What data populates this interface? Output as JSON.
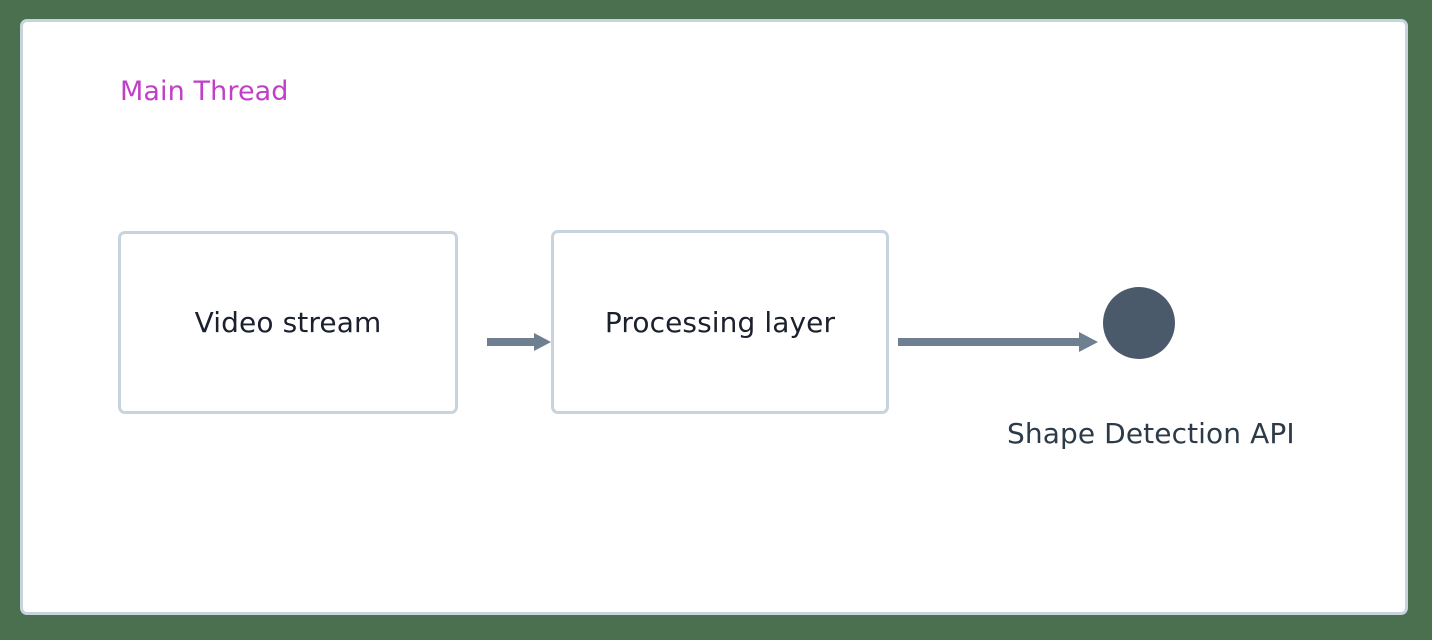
{
  "canvas": {
    "background_color": "#4b7050",
    "surface_color": "#ffffff",
    "border_color": "#c7d3dd"
  },
  "cluster": {
    "label": "Main Thread",
    "color": "#c13fc8"
  },
  "nodes": [
    {
      "id": "video-stream",
      "label": "Video stream",
      "shape": "rounded-rectangle",
      "fill": "#ffffff",
      "stroke": "#c7d3dd",
      "text_color": "#1a202c"
    },
    {
      "id": "processing-layer",
      "label": "Processing layer",
      "shape": "rounded-rectangle",
      "fill": "#ffffff",
      "stroke": "#c7d3dd",
      "text_color": "#1a202c"
    },
    {
      "id": "shape-detection-api",
      "label": "Shape Detection API",
      "shape": "circle",
      "fill": "#4b5a6b",
      "stroke": "#4b5a6b",
      "text_color": "#2d3b49"
    }
  ],
  "edges": [
    {
      "id": "video-to-processing",
      "from": "video-stream",
      "to": "processing-layer",
      "style": "solid-arrow",
      "color": "#6e7f91"
    },
    {
      "id": "processing-to-shape",
      "from": "processing-layer",
      "to": "shape-detection-api",
      "style": "solid-arrow",
      "color": "#6e7f91"
    }
  ]
}
